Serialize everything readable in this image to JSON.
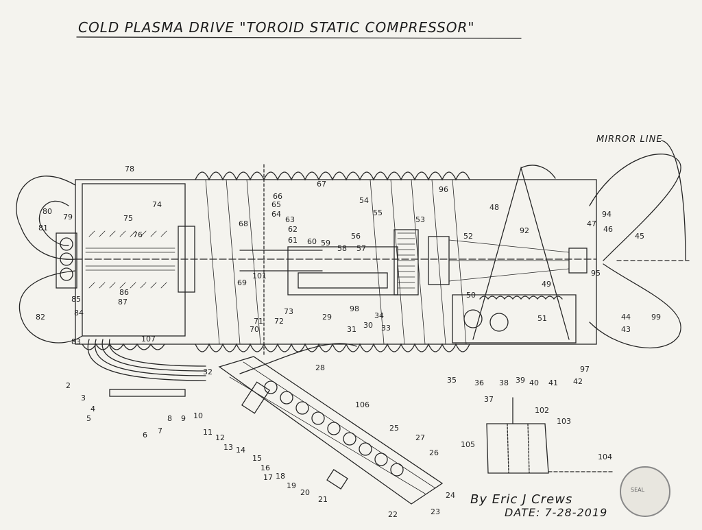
{
  "title": "COLD PLASMA DRIVE \"TOROID STATIC COMPRESSOR\"",
  "mirror_line_label": "MIRROR LINE",
  "signature": "By Eric J Crews",
  "date": "DATE: 7-28-2019",
  "seal_text": "SEAL",
  "callouts": [
    "2",
    "3",
    "4",
    "5",
    "6",
    "7",
    "8",
    "9",
    "10",
    "11",
    "12",
    "13",
    "14",
    "15",
    "16",
    "17",
    "18",
    "19",
    "20",
    "21",
    "22",
    "23",
    "24",
    "25",
    "26",
    "27",
    "28",
    "29",
    "30",
    "31",
    "32",
    "33",
    "34",
    "35",
    "36",
    "37",
    "38",
    "39",
    "40",
    "41",
    "42",
    "43",
    "44",
    "45",
    "46",
    "47",
    "48",
    "49",
    "50",
    "51",
    "52",
    "53",
    "54",
    "55",
    "56",
    "57",
    "58",
    "59",
    "60",
    "61",
    "62",
    "63",
    "64",
    "65",
    "66",
    "67",
    "68",
    "69",
    "70",
    "71",
    "72",
    "73",
    "74",
    "75",
    "76",
    "78",
    "79",
    "80",
    "81",
    "82",
    "83",
    "84",
    "85",
    "86",
    "87",
    "92",
    "94",
    "95",
    "96",
    "97",
    "98",
    "99",
    "101",
    "102",
    "103",
    "104",
    "105",
    "106",
    "107"
  ]
}
